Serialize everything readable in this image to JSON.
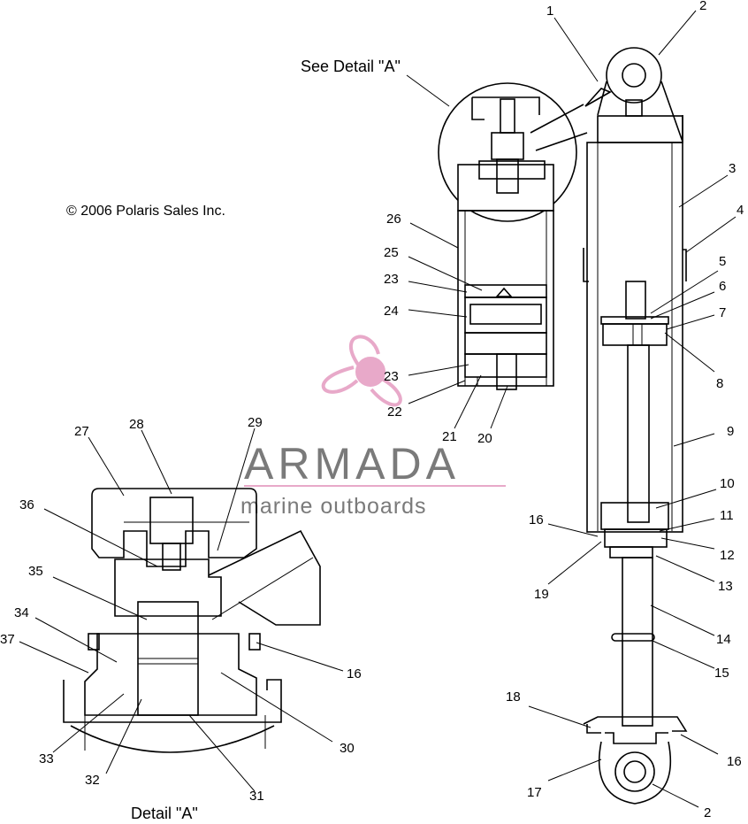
{
  "captions": {
    "see_detail": "See Detail \"A\"",
    "detail": "Detail \"A\"",
    "copyright": "© 2006 Polaris Sales Inc."
  },
  "watermark": {
    "brand": "ARMADA",
    "tagline": "marine outboards",
    "logo_color": "#e8a9c9",
    "text_color": "#7a7a7a"
  },
  "callouts": {
    "c1": "1",
    "c2_top": "2",
    "c3": "3",
    "c4": "4",
    "c5": "5",
    "c6": "6",
    "c7": "7",
    "c8": "8",
    "c9": "9",
    "c10": "10",
    "c11": "11",
    "c12": "12",
    "c13": "13",
    "c14": "14",
    "c15": "15",
    "c16_right": "16",
    "c16_bottom": "16",
    "c17": "17",
    "c18": "18",
    "c19": "19",
    "c2_bottom": "2",
    "c26": "26",
    "c25": "25",
    "c23_top": "23",
    "c24": "24",
    "c23_bottom": "23",
    "c22": "22",
    "c21": "21",
    "c20": "20",
    "c27": "27",
    "c28": "28",
    "c29": "29",
    "c36": "36",
    "c35": "35",
    "c34": "34",
    "c37": "37",
    "c16_detail": "16",
    "c30": "30",
    "c33": "33",
    "c32": "32",
    "c31": "31"
  }
}
